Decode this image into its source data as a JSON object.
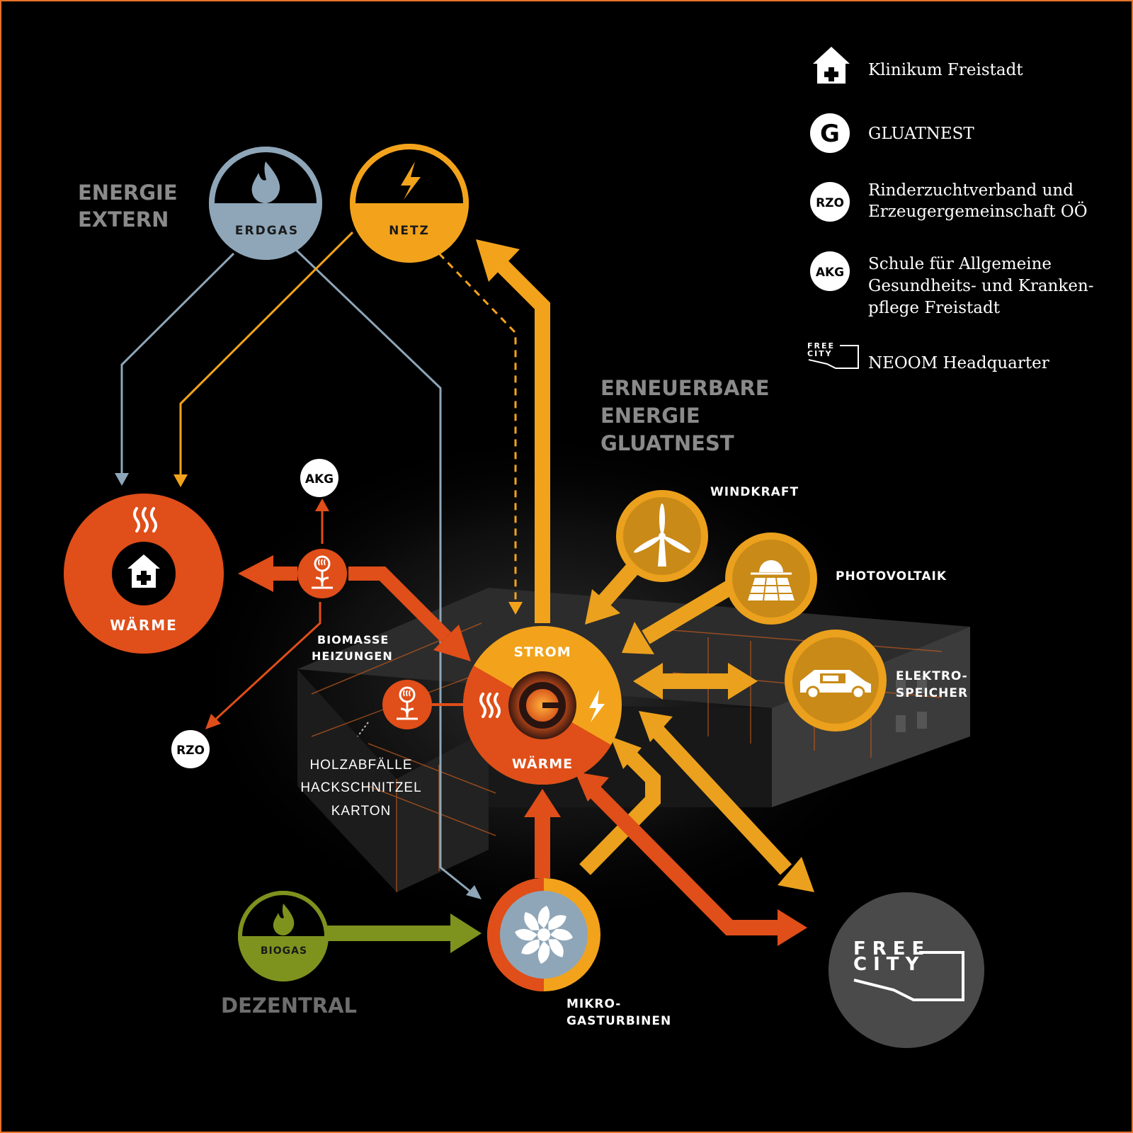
{
  "colors": {
    "background": "#000000",
    "frame": "#e8722a",
    "erdgas": "#8ea6b8",
    "netz": "#f2a31b",
    "waerme": "#e04e19",
    "strom": "#f2a31b",
    "renewable": "#eba11d",
    "biogas": "#7e921e",
    "freecity": "#4a4a4a",
    "heading_grey": "#8a8a8a"
  },
  "headings": {
    "energie_extern": [
      "ENERGIE",
      "EXTERN"
    ],
    "erneuerbare": [
      "ERNEUERBARE",
      "ENERGIE",
      "GLUATNEST"
    ],
    "dezentral": "DEZENTRAL"
  },
  "nodes": {
    "erdgas": {
      "label": "ERDGAS",
      "icon": "flame-icon"
    },
    "netz": {
      "label": "NETZ",
      "icon": "lightning-icon"
    },
    "waerme_klinikum": {
      "label": "WÄRME",
      "icon": "hospital-house-icon"
    },
    "akg": {
      "label": "AKG"
    },
    "rzo": {
      "label": "RZO"
    },
    "biomasse": {
      "label": [
        "BIOMASSE",
        "HEIZUNGEN"
      ],
      "icon": "biomass-flower-icon"
    },
    "fuel": [
      "HOLZABFÄLLE",
      "HACKSCHNITZEL",
      "KARTON"
    ],
    "hub": {
      "strom_label": "STROM",
      "waerme_label": "WÄRME",
      "icon": "gluatnest-g-icon"
    },
    "windkraft": {
      "label": "WINDKRAFT",
      "icon": "wind-turbine-icon"
    },
    "photovoltaik": {
      "label": "PHOTOVOLTAIK",
      "icon": "solar-panel-icon"
    },
    "elektrospeicher": {
      "label": [
        "ELEKTRO-",
        "SPEICHER"
      ],
      "icon": "electric-car-icon"
    },
    "biogas": {
      "label": "BIOGAS",
      "icon": "flame-icon"
    },
    "mikrogasturbinen": {
      "label": [
        "MIKRO-",
        "GASTURBINEN"
      ],
      "icon": "turbine-icon"
    },
    "freecity": {
      "logo_text": [
        "FREE",
        "CITY"
      ]
    }
  },
  "legend": [
    {
      "icon": "hospital-house-icon",
      "lines": [
        "Klinikum Freistadt"
      ]
    },
    {
      "icon": "gluatnest-g-icon",
      "badge": "G",
      "lines": [
        "GLUATNEST"
      ]
    },
    {
      "icon": "rzo-badge-icon",
      "badge": "RZO",
      "lines": [
        "Rinderzuchtverband und",
        "Erzeugergemeinschaft OÖ"
      ]
    },
    {
      "icon": "akg-badge-icon",
      "badge": "AKG",
      "lines": [
        "Schule für Allgemeine",
        "Gesundheits- und Kranken-",
        "pflege Freistadt"
      ]
    },
    {
      "icon": "free-city-logo-icon",
      "badge": [
        "FREE",
        "CITY"
      ],
      "lines": [
        "NEOOM Headquarter"
      ]
    }
  ]
}
